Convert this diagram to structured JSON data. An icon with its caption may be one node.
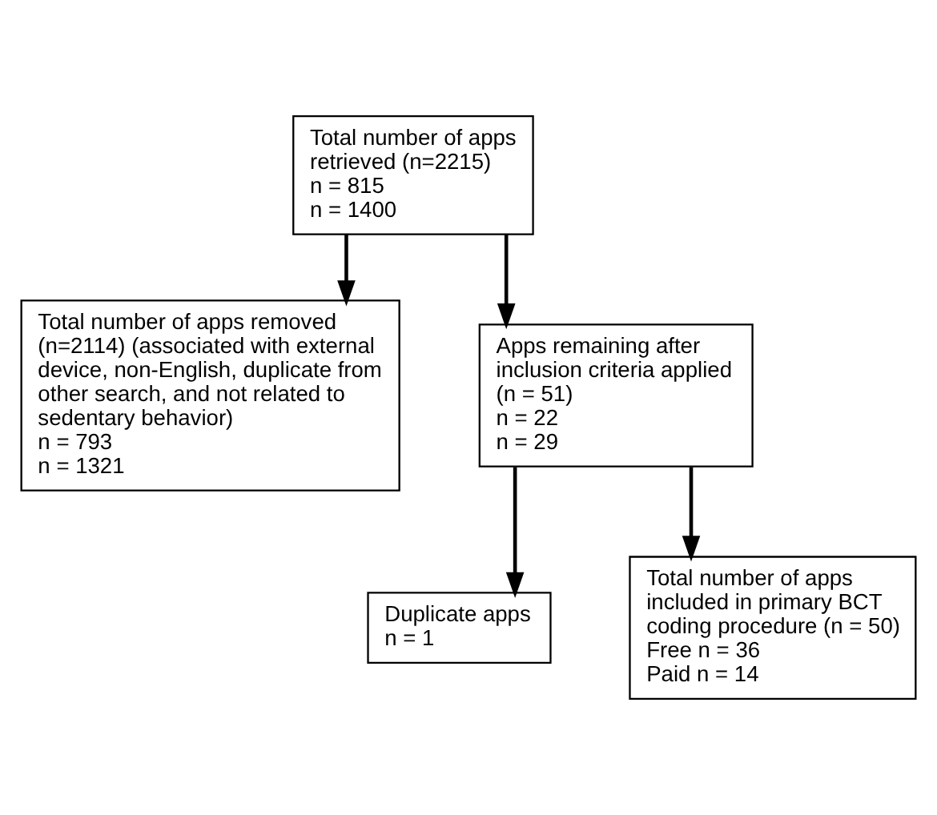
{
  "diagram": {
    "nodes": [
      {
        "text": [
          "Total number of apps retrieved (n=2215)",
          "n = 815",
          "n = 1400"
        ]
      },
      {
        "text": [
          "Total number of apps removed (n=2114) (associated with external device, non-English, duplicate from other search, and not related to sedentary behavior)",
          "n = 793",
          "n = 1321"
        ]
      },
      {
        "text": [
          "Apps remaining after inclusion criteria applied (n = 51)",
          "n = 22",
          "n = 29"
        ]
      },
      {
        "text": [
          "Duplicate apps",
          "n = 1"
        ]
      },
      {
        "text": [
          "Total number of apps included in primary BCT coding procedure (n = 50)",
          "Free n = 36",
          "Paid n = 14"
        ]
      }
    ],
    "edges": [
      {
        "from": 0,
        "to": 2,
        "arrow": "to"
      },
      {
        "from": 0,
        "to": 1,
        "arrow": "to"
      },
      {
        "from": 2,
        "to": 4,
        "arrow": "to"
      },
      {
        "from": 2,
        "to": 3,
        "arrow": "to"
      }
    ]
  }
}
